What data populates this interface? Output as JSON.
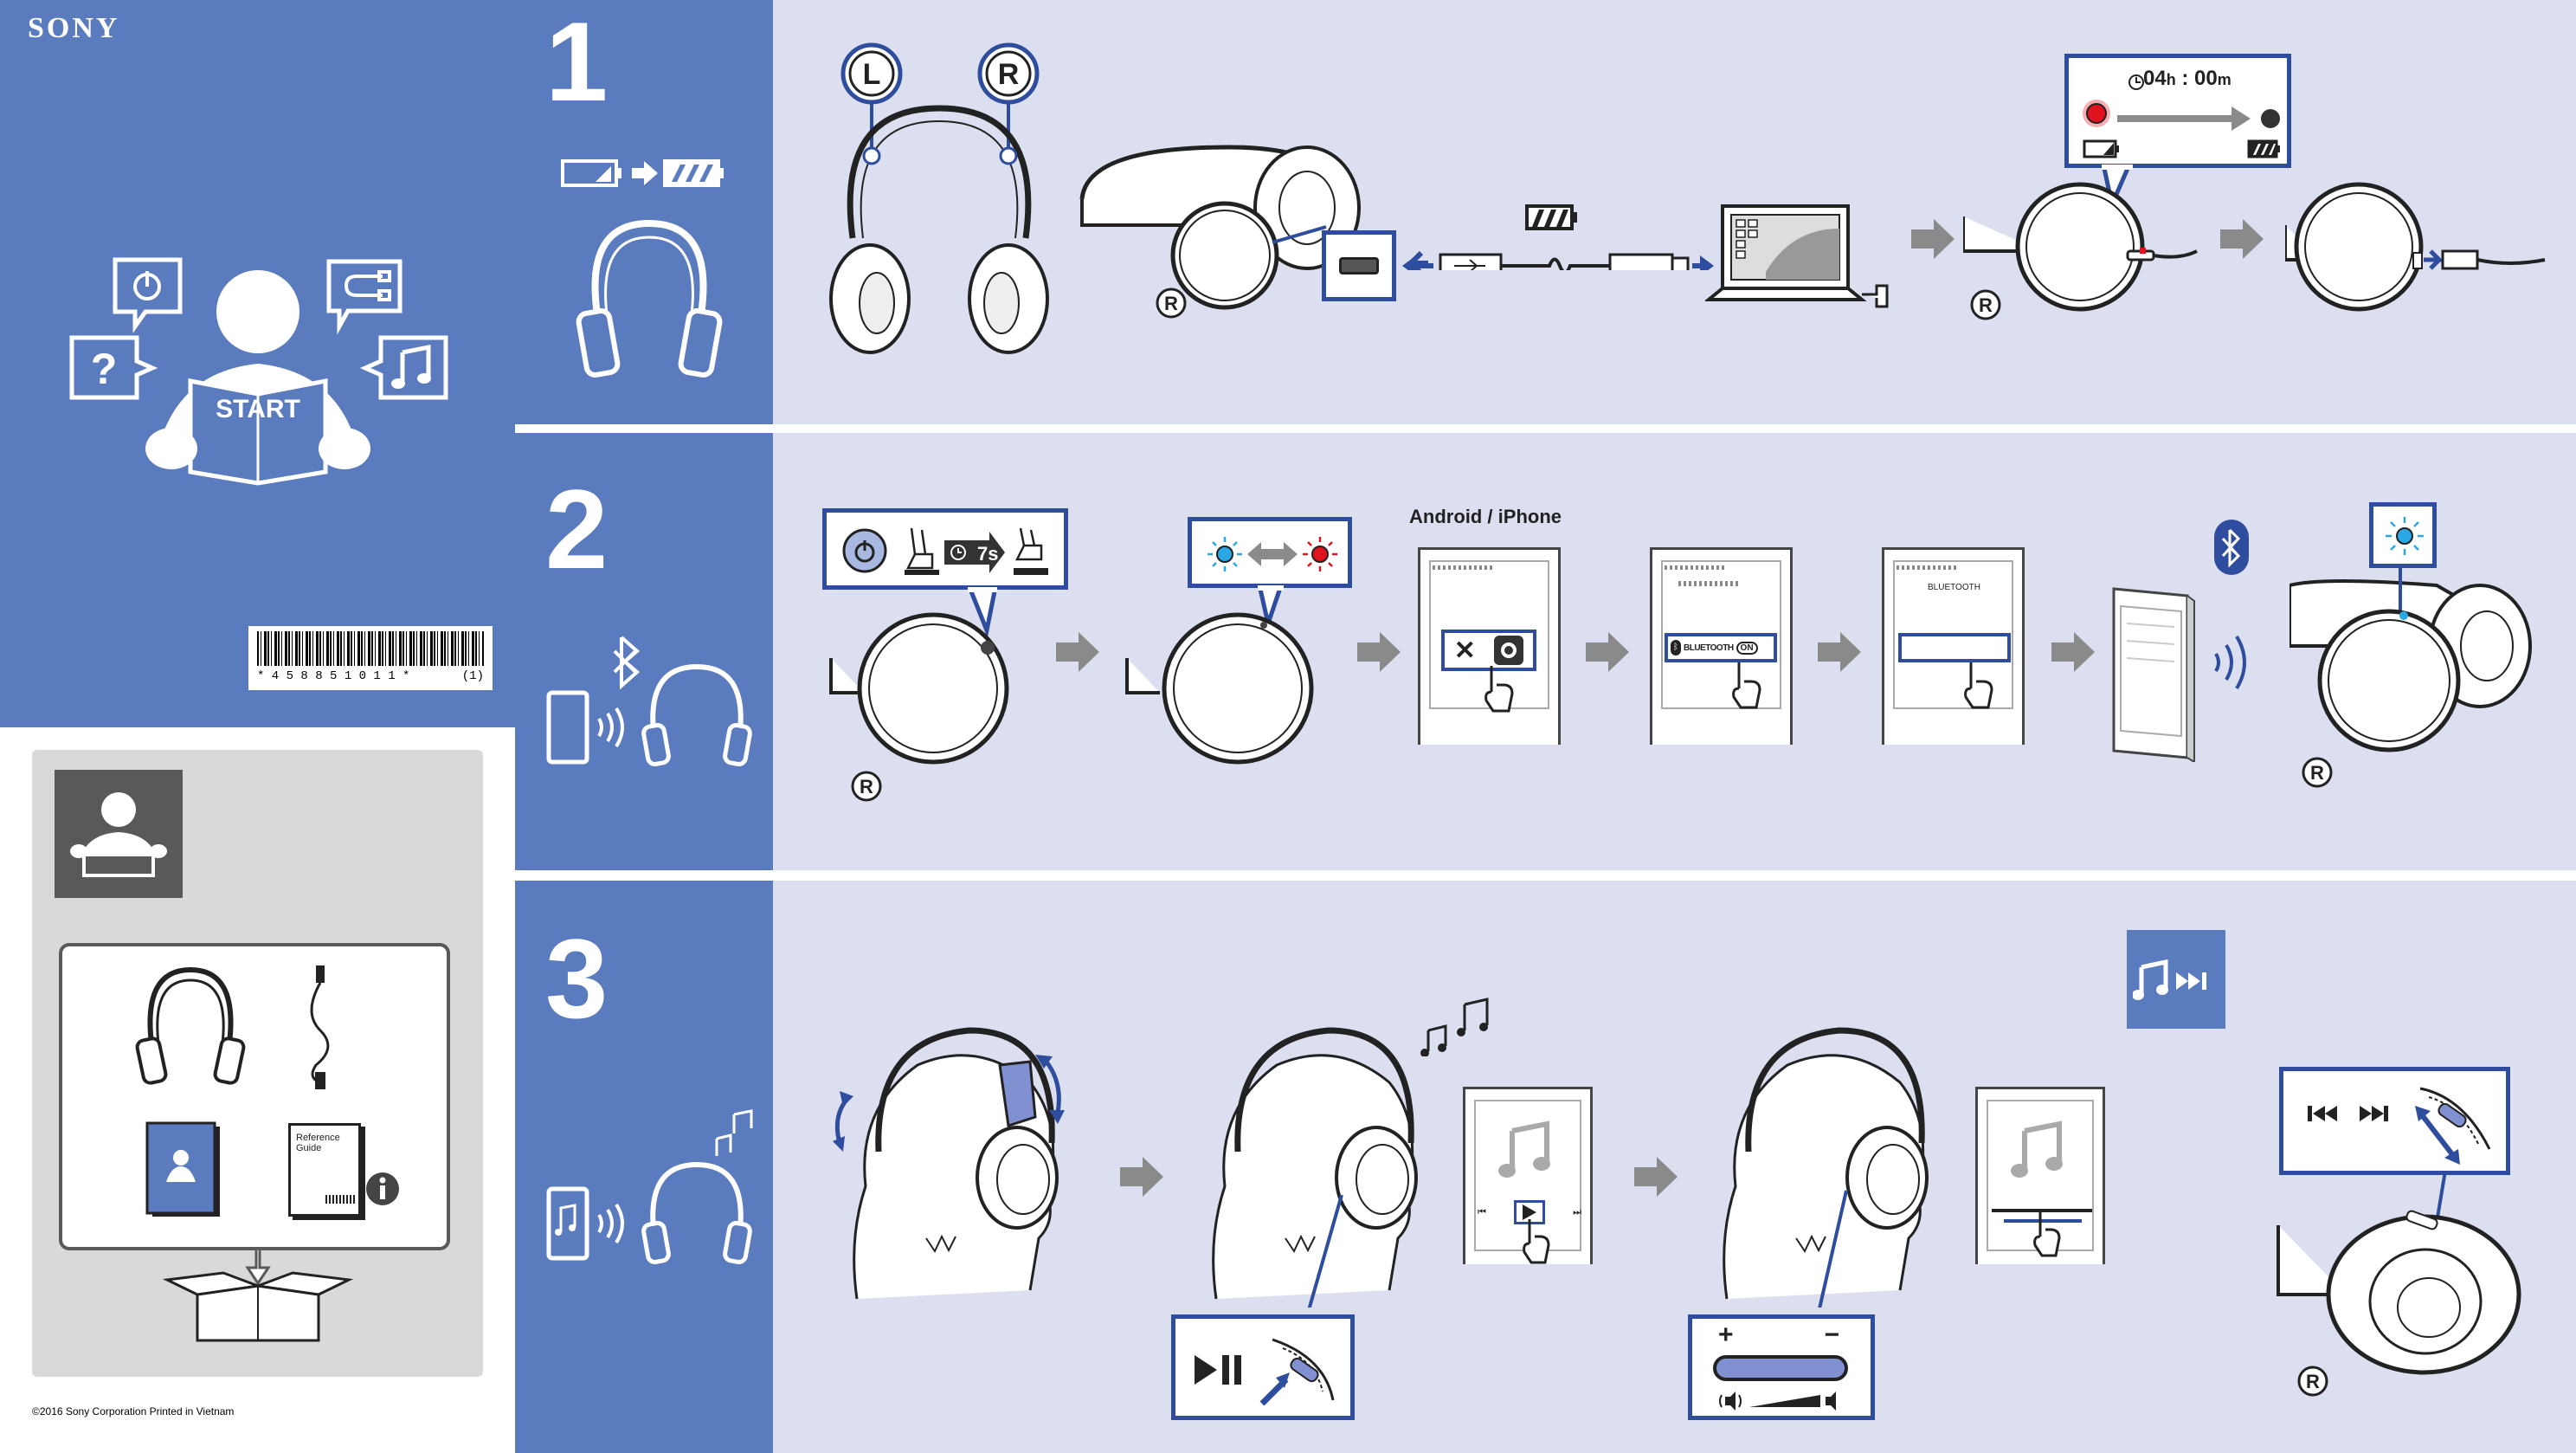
{
  "brand": {
    "name": "SONY"
  },
  "intro": {
    "start_label": "START",
    "question_mark": "?"
  },
  "barcode": {
    "number": "* 4 5 8 8 5 1 0 1 1 *",
    "suffix": "(1)"
  },
  "steps": [
    {
      "number": "1"
    },
    {
      "number": "2",
      "os_label": "Android / iPhone",
      "timer_label": "7s",
      "bluetooth_label": "BLUETOOTH",
      "on_label": "ON"
    },
    {
      "number": "3"
    }
  ],
  "charge": {
    "time_hours": "04",
    "hours_unit": "h",
    "time_minutes": "00",
    "minutes_unit": "m"
  },
  "sides": {
    "left": "L",
    "right": "R"
  },
  "package": {
    "reference_guide": "Reference Guide"
  },
  "footer": {
    "copyright": "©2016 Sony Corporation Printed in Vietnam"
  },
  "colors": {
    "primary_blue": "#5b7bbf",
    "light_lavender": "#dcdff0",
    "outline_blue": "#2f4d9e",
    "box_gray": "#d9d9d9",
    "arrow_gray": "#8a8a8a",
    "led_red": "#e0141e",
    "led_blue": "#2aa7e5"
  },
  "icons": [
    "power-icon",
    "question-icon",
    "cable-icon",
    "music-note-icon",
    "battery-icon",
    "usb-icon",
    "laptop-icon",
    "arrow-right-icon",
    "bluetooth-icon",
    "phone-icon",
    "sound-wave-icon",
    "settings-icon",
    "hand-pointer-icon",
    "play-pause-icon",
    "next-track-icon",
    "previous-track-icon",
    "volume-icon",
    "info-icon",
    "box-icon"
  ]
}
